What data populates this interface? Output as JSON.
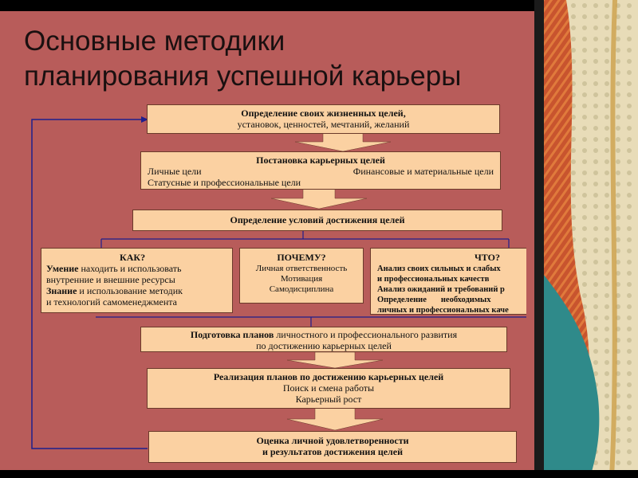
{
  "title": {
    "line1": "Основные методики",
    "line2": "планирования успешной карьеры"
  },
  "boxes": {
    "life_goals": {
      "line1": "Определение своих жизненных целей,",
      "line2": "установок, ценностей, мечтаний, желаний"
    },
    "career_goals": {
      "heading": "Постановка карьерных целей",
      "left1": "Личные цели",
      "right1": "Финансовые и материальные цели",
      "line3": "Статусные и профессиональные цели"
    },
    "conditions": {
      "text": "Определение условий достижения целей"
    },
    "how": {
      "heading": "КАК?",
      "line1a": "Умение",
      "line1b": " находить и использовать",
      "line2": "внутренние и внешние ресурсы",
      "line3a": "Знание",
      "line3b": " и использование методик",
      "line4": "и технологий самоменеджмента"
    },
    "why": {
      "heading": "ПОЧЕМУ?",
      "line1": "Личная ответственность",
      "line2": "Мотивация",
      "line3": "Самодисциплина"
    },
    "what": {
      "heading": "ЧТО?",
      "line1": "Анализ своих сильных и слабых",
      "line2": "и профессиональных качеств",
      "line3": "Анализ ожиданий и требований р",
      "line4a": "Определение",
      "line4b": "необходимых",
      "line5": "личных и профессиональных каче"
    },
    "plans": {
      "line1a": "Подготовка планов",
      "line1b": " личностного и профессионального развития",
      "line2": "по достижению карьерных целей"
    },
    "implementation": {
      "heading": "Реализация планов по достижению карьерных целей",
      "line2": "Поиск и смена работы",
      "line3": "Карьерный рост"
    },
    "evaluation": {
      "line1": "Оценка личной удовлетворенности",
      "line2": "и результатов достижения целей"
    }
  },
  "colors": {
    "background": "#b85c5a",
    "box_fill": "#fbd1a2",
    "box_border": "#6b3a2a",
    "arrows": "#fbd1a2",
    "feedback_line": "#1e1e8c"
  }
}
